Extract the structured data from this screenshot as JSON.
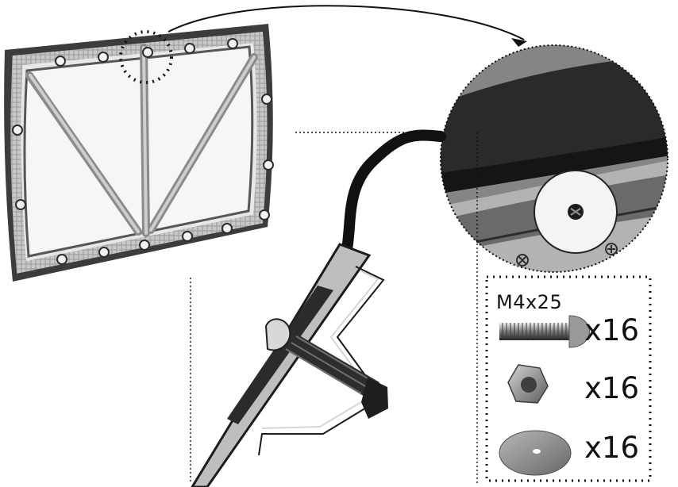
{
  "hardware": {
    "bolt_label": "M4x25",
    "items": [
      {
        "icon": "bolt-icon",
        "quantity": "x16"
      },
      {
        "icon": "nut-icon",
        "quantity": "x16"
      },
      {
        "icon": "washer-icon",
        "quantity": "x16"
      }
    ]
  }
}
